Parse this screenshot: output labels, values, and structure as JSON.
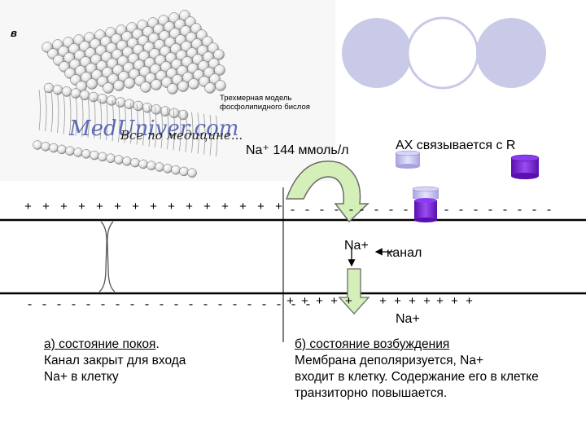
{
  "figure": {
    "panel_letter": "в",
    "caption_line1": "Трехмерная модель",
    "caption_line2": "фосфолипидного бислоя",
    "watermark": "MedUniver.com",
    "watermark_sub": "Все по медицине..."
  },
  "labels": {
    "na_concentration": "Na⁺ 144 ммоль/л",
    "ach_binds": "АХ связывается с R",
    "na_inside": "Na+",
    "channel": "канал",
    "na_bottom": "Na+"
  },
  "charges": {
    "left_top": "+ + + + + + + + + + + + + + +",
    "left_bottom": "- - - - - - - - - - - - - - - - - - - -",
    "right_top_a": "- - - - -",
    "right_top_b": "- - - -",
    "right_top_c": "- - - - - - - -",
    "right_bottom_a": "+ + + + +",
    "right_bottom_b": "+ + + +",
    "right_bottom_c": "+ + +"
  },
  "state_a": {
    "title": "а) состояние покоя",
    "title_suffix": ".",
    "line2": "Канал закрыт для входа",
    "line3": "Na+ в клетку"
  },
  "state_b": {
    "title": "б) состояние возбуждения",
    "line2": "Мембрана деполяризуется, Na+",
    "line3": "входит в клетку. Содержание его в клетке",
    "line4": "транзиторно повышается."
  },
  "colors": {
    "circle_fill": "#c9c9e8",
    "receptor_purple": "#7a1fd6",
    "receptor_lilac": "#c7c4ee",
    "arrow_green": "#d4f0b8",
    "arrow_border": "#6b6b6b"
  }
}
